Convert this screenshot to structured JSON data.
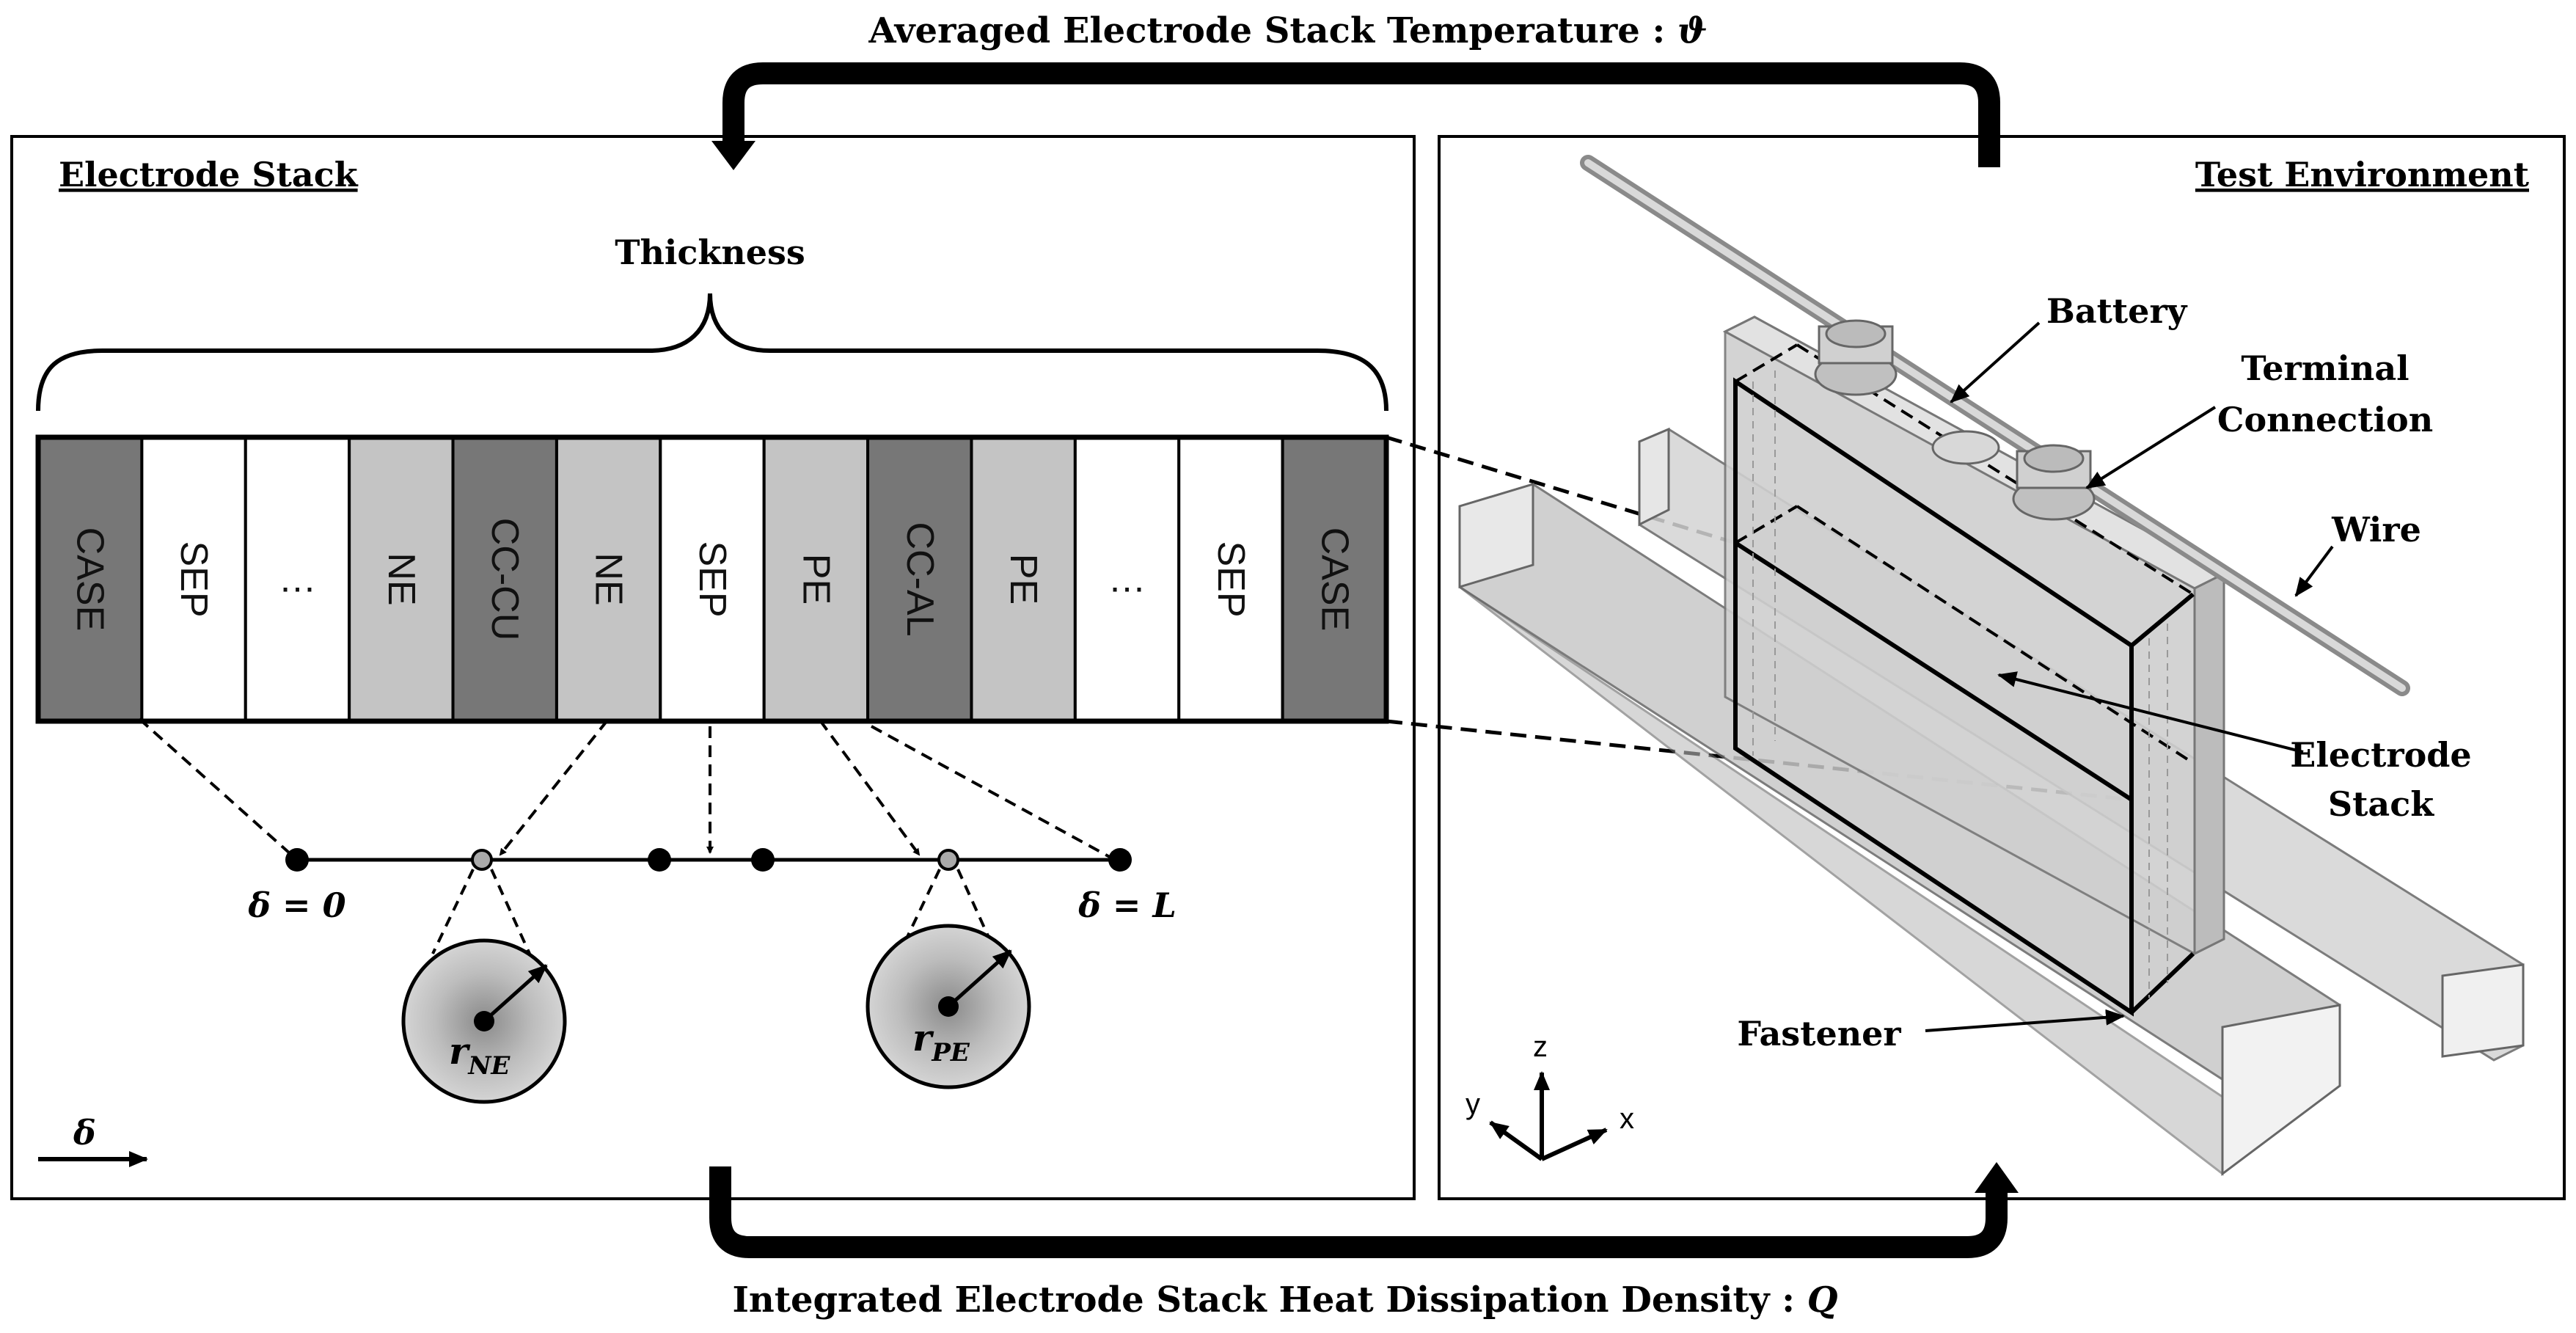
{
  "top_caption": "Averaged Electrode Stack Temperature : ",
  "top_caption_symbol": "ϑ",
  "bottom_caption": "Integrated Electrode Stack Heat Dissipation Density : ",
  "bottom_caption_symbol": "Q",
  "left_panel": {
    "title": "Electrode Stack",
    "brace_label": "Thickness",
    "layers": [
      {
        "label": "CASE",
        "shade": "dark"
      },
      {
        "label": "SEP",
        "shade": "white"
      },
      {
        "label": "…",
        "shade": "white"
      },
      {
        "label": "NE",
        "shade": "light"
      },
      {
        "label": "CC-CU",
        "shade": "dark"
      },
      {
        "label": "NE",
        "shade": "light"
      },
      {
        "label": "SEP",
        "shade": "white"
      },
      {
        "label": "PE",
        "shade": "light"
      },
      {
        "label": "CC-AL",
        "shade": "dark"
      },
      {
        "label": "PE",
        "shade": "light"
      },
      {
        "label": "…",
        "shade": "white"
      },
      {
        "label": "SEP",
        "shade": "white"
      },
      {
        "label": "CASE",
        "shade": "dark"
      }
    ],
    "delta_start": "δ = 0",
    "delta_end": "δ = L",
    "particle_ne": "r",
    "particle_ne_sub": "NE",
    "particle_pe": "r",
    "particle_pe_sub": "PE",
    "axis_label": "δ"
  },
  "right_panel": {
    "title": "Test Environment",
    "labels": {
      "battery": "Battery",
      "terminal_1": "Terminal",
      "terminal_2": "Connection",
      "wire": "Wire",
      "stack_1": "Electrode",
      "stack_2": "Stack",
      "fastener": "Fastener"
    },
    "axes": {
      "z": "z",
      "y": "y",
      "x": "x"
    }
  },
  "colors": {
    "dark": "#777777",
    "light": "#c4c4c4",
    "white": "#ffffff"
  }
}
